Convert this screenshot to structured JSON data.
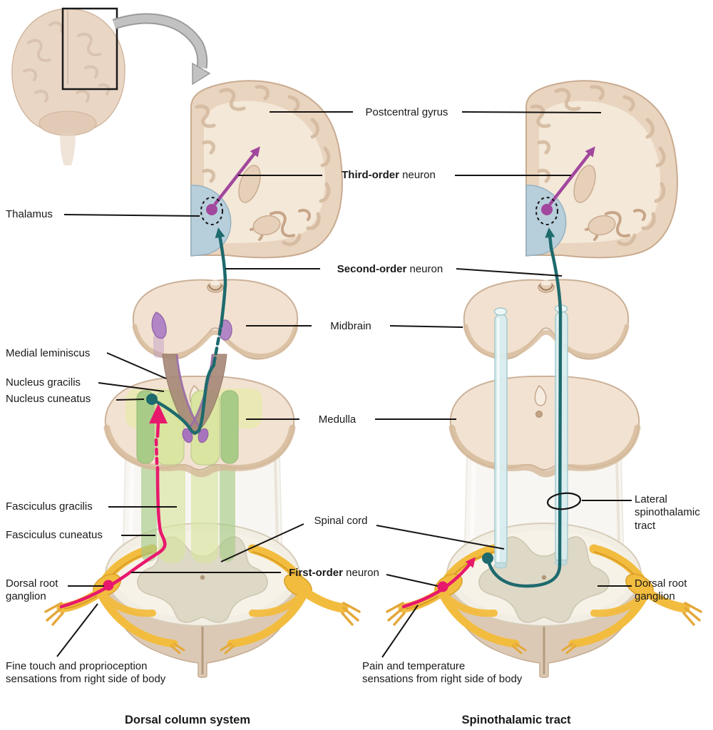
{
  "figure": {
    "left_system": {
      "title": "Dorsal column system",
      "caption": "Fine touch and proprioception\nsensations from right side of body"
    },
    "right_system": {
      "title": "Spinothalamic tract",
      "caption": "Pain and temperature\nsensations from right side of body"
    },
    "labels": {
      "thalamus": "Thalamus",
      "postcentral_gyrus": "Postcentral gyrus",
      "third_order": {
        "bold": "Third-order",
        "rest": " neuron"
      },
      "second_order": {
        "bold": "Second-order",
        "rest": " neuron"
      },
      "first_order": {
        "bold": "First-order",
        "rest": " neuron"
      },
      "midbrain": "Midbrain",
      "medulla": "Medulla",
      "spinal_cord": "Spinal cord",
      "medial_leminiscus": "Medial leminiscus",
      "nucleus_gracilis": "Nucleus gracilis",
      "nucleus_cuneatus": "Nucleus cuneatus",
      "fasciculus_gracilis": "Fasciculus gracilis",
      "fasciculus_cuneatus": "Fasciculus cuneatus",
      "dorsal_root_ganglion_left": "Dorsal root\nganglion",
      "dorsal_root_ganglion_right": "Dorsal root\nganglion",
      "lateral_spinothalamic_tract": "Lateral\nspinothalamic\ntract"
    },
    "colors": {
      "first_order_pink": "#e8186d",
      "second_order_teal": "#1e6a6d",
      "third_order_purple": "#a1479d",
      "nerve_yellow": "#f2bc3e",
      "thalamus_blue": "#b7cedb",
      "fasciculus_green_light": "#d9e5a0",
      "fasciculus_green": "#a8cc88",
      "tract_tube_blue": "#d9edef",
      "tissue_tan": "#f0dfcd"
    }
  }
}
